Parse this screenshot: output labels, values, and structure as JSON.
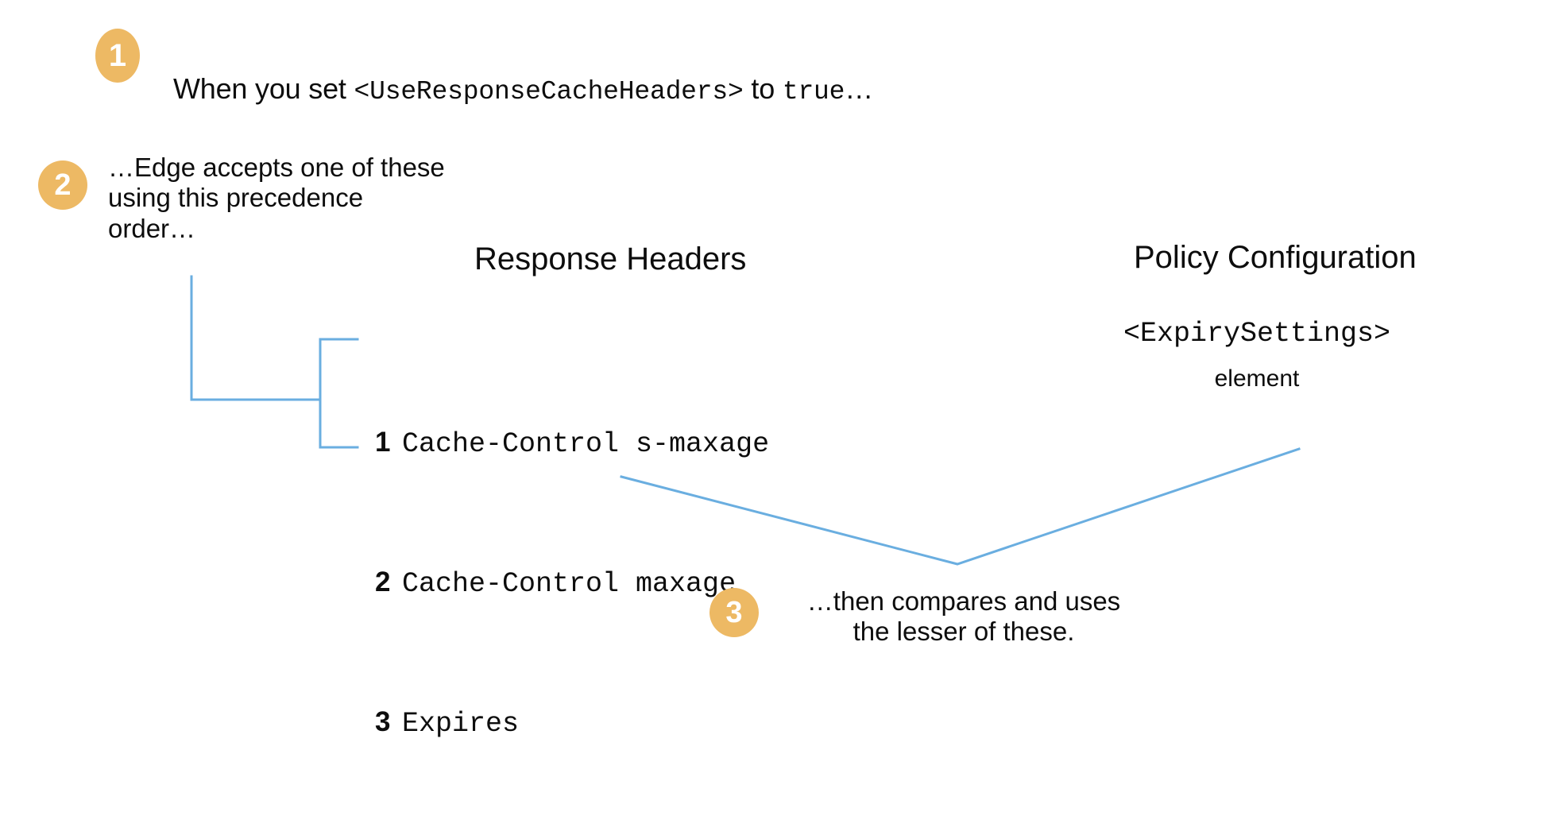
{
  "diagram": {
    "title": "Edge response cache header precedence and policy comparison",
    "background_color": "#ffffff",
    "accent_color": "#edb964",
    "connector_color": "#6aaee0",
    "text_color": "#0d0d0d"
  },
  "steps": [
    {
      "number": "1",
      "text_prefix": "When you set ",
      "text_mono": "<UseResponseCacheHeaders>",
      "text_suffix": " to ",
      "text_mono2": "true",
      "text_tail": "…"
    },
    {
      "number": "2",
      "text": "…Edge accepts one of these\nusing this precedence\norder…"
    },
    {
      "number": "3",
      "text": "…then compares and uses\nthe lesser of these."
    }
  ],
  "columns": {
    "response_headers": {
      "heading": "Response Headers",
      "items": [
        {
          "rank": "1",
          "value": "Cache-Control s-maxage"
        },
        {
          "rank": "2",
          "value": "Cache-Control maxage"
        },
        {
          "rank": "3",
          "value": "Expires"
        }
      ]
    },
    "policy_configuration": {
      "heading": "Policy Configuration",
      "element": "<ExpirySettings>",
      "element_label": "element"
    }
  }
}
